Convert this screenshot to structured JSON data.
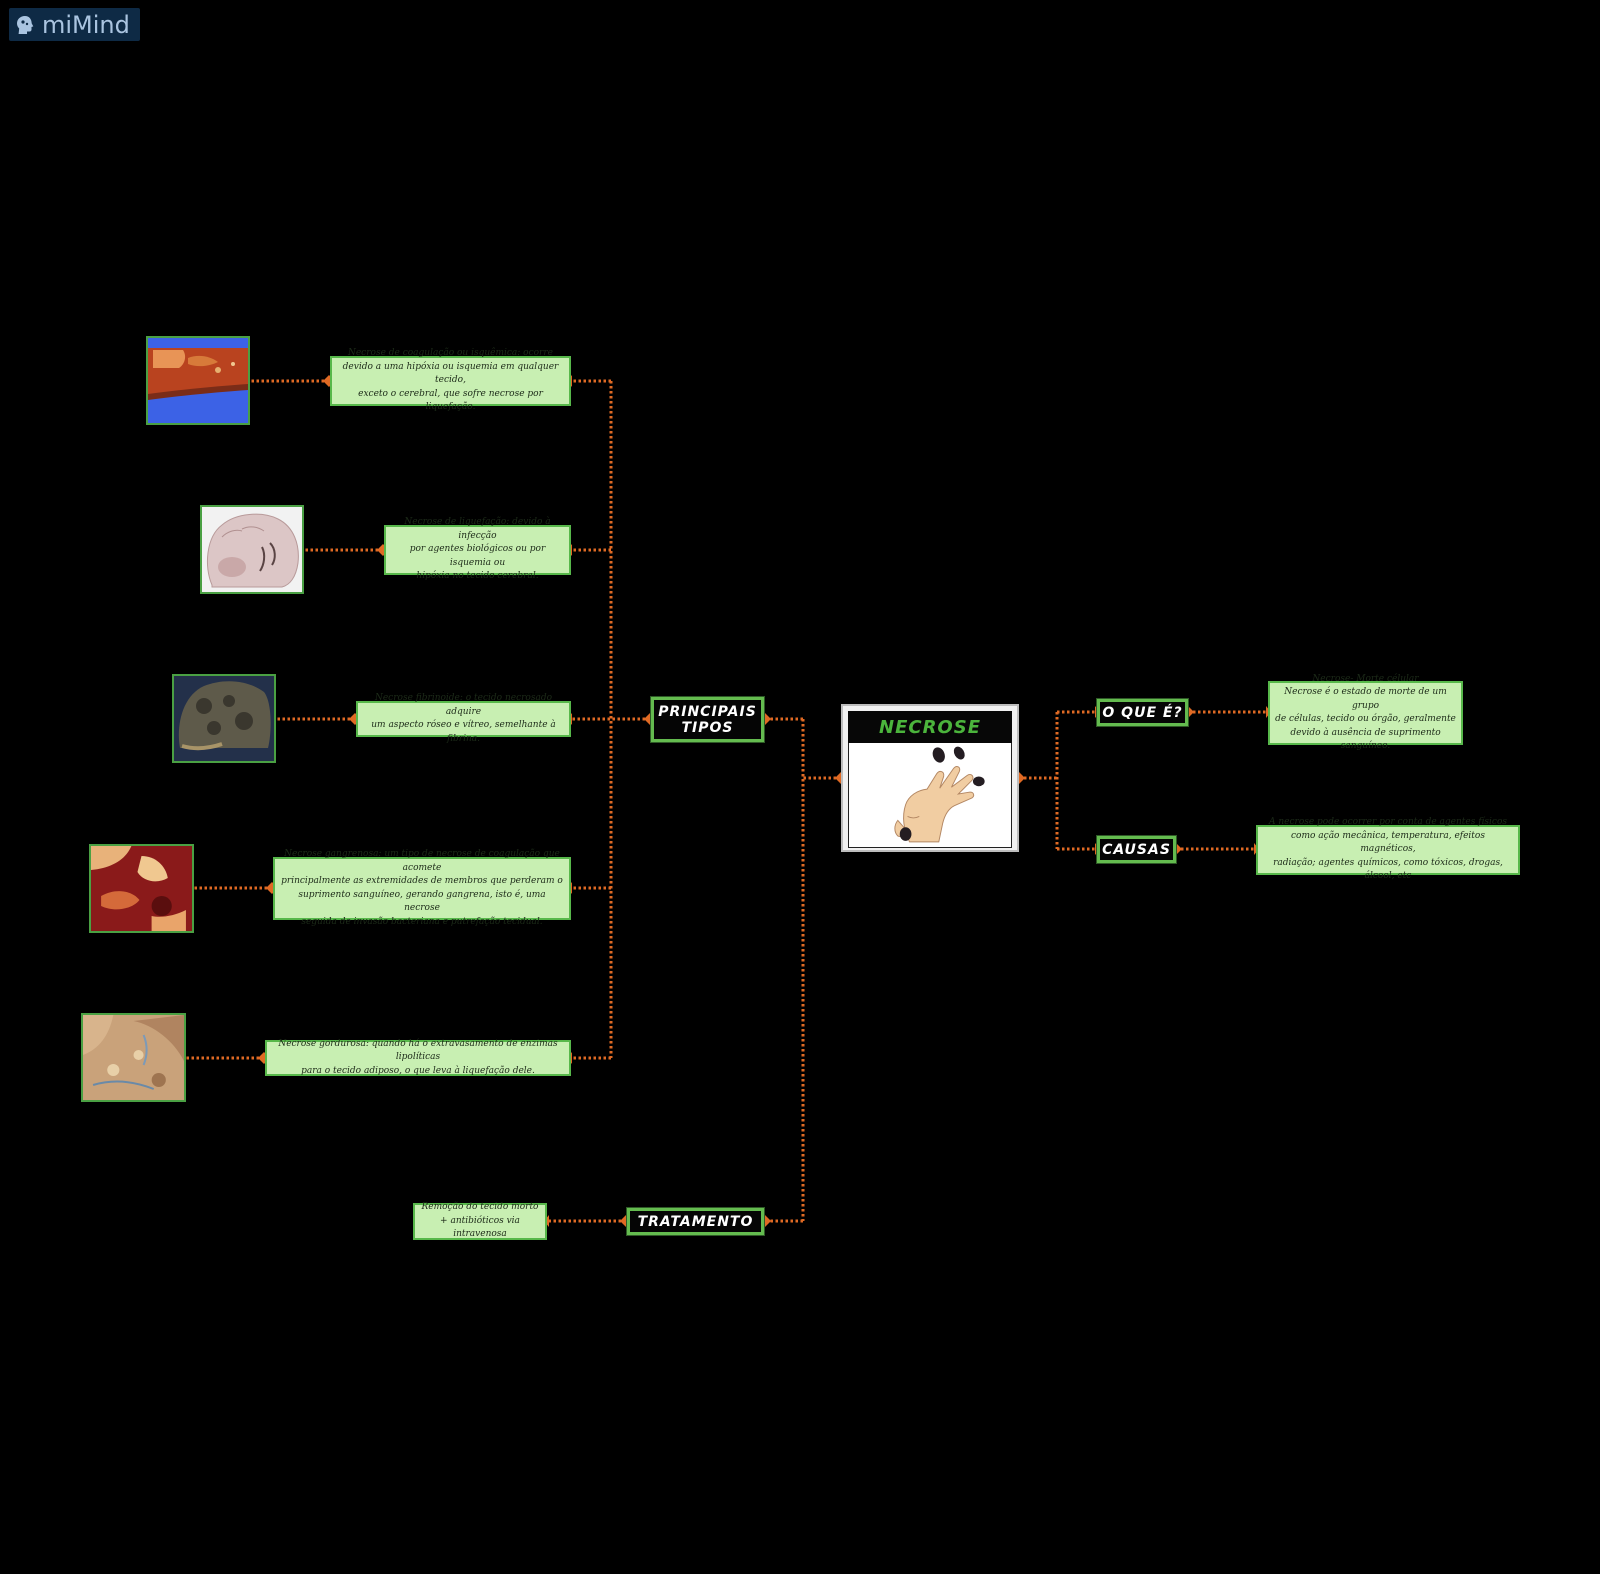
{
  "watermark": {
    "text": "miMind",
    "icon": "head-silhouette-icon"
  },
  "central": {
    "title": "NECROSE",
    "image": "necrotic-hand-illustration"
  },
  "topics": {
    "principais_tipos": {
      "line1": "PRINCIPAIS",
      "line2": "TIPOS"
    },
    "tratamento": "TRATAMENTO",
    "o_que_e": "O QUE É?",
    "causas": "CAUSAS"
  },
  "notes": {
    "coagulacao": [
      "Necrose de coagulação ou isquêmica: ocorre",
      "devido a uma hipóxia ou isquemia em qualquer tecido,",
      "exceto o cerebral, que sofre necrose por liquefação."
    ],
    "liquefacao": [
      "Necrose de liquefação: devido à infecção",
      "por agentes biológicos ou por isquemia ou",
      "hipóxia no tecido cerebral."
    ],
    "fibrinoide": [
      "Necrose fibrinoide: o tecido necrosado adquire",
      "um aspecto róseo e vítreo, semelhante à fibrina."
    ],
    "gangrenosa": [
      "Necrose gangrenosa: um tipo de necrose de coagulação que acomete",
      "principalmente as extremidades de membros que perderam o",
      "suprimento sanguíneo, gerando gangrena, isto é, uma necrose",
      "seguida de invasão bacteriana e putrefação tecidual."
    ],
    "gordurosa": [
      "Necrose gordurosa: quando há o extravasamento de enzimas lipolíticas",
      "para o tecido adiposo, o que leva à liquefação dele."
    ],
    "tratamento": [
      "Remoção do tecido morto",
      "+ antibióticos via intravenosa"
    ],
    "o_que_e": [
      "Necrose- Morte célular",
      "Necrose é o estado de morte de um grupo",
      "de células, tecido ou órgão, geralmente",
      "devido à ausência de suprimento sanguíneo."
    ],
    "causas": [
      "A necrose pode ocorrer por conta de agentes físicos",
      "como ação mecânica, temperatura, efeitos magnéticos,",
      "radiação; agentes químicos, como tóxicos, drogas, álcool, etc"
    ]
  },
  "thumbnails": {
    "coagulacao": "coagulative-necrosis-tissue-photo",
    "liquefacao": "brain-section-photo",
    "fibrinoide": "fibrinoid-tissue-photo",
    "gangrenosa": "gangrenous-tissue-photo",
    "gordurosa": "fat-necrosis-tissue-photo"
  },
  "colors": {
    "background": "#000000",
    "connector": "#e06a24",
    "note_fill": "#c8efb2",
    "note_border": "#57b84a",
    "topic_border": "#64bb4f",
    "title_green": "#4bb43c"
  }
}
